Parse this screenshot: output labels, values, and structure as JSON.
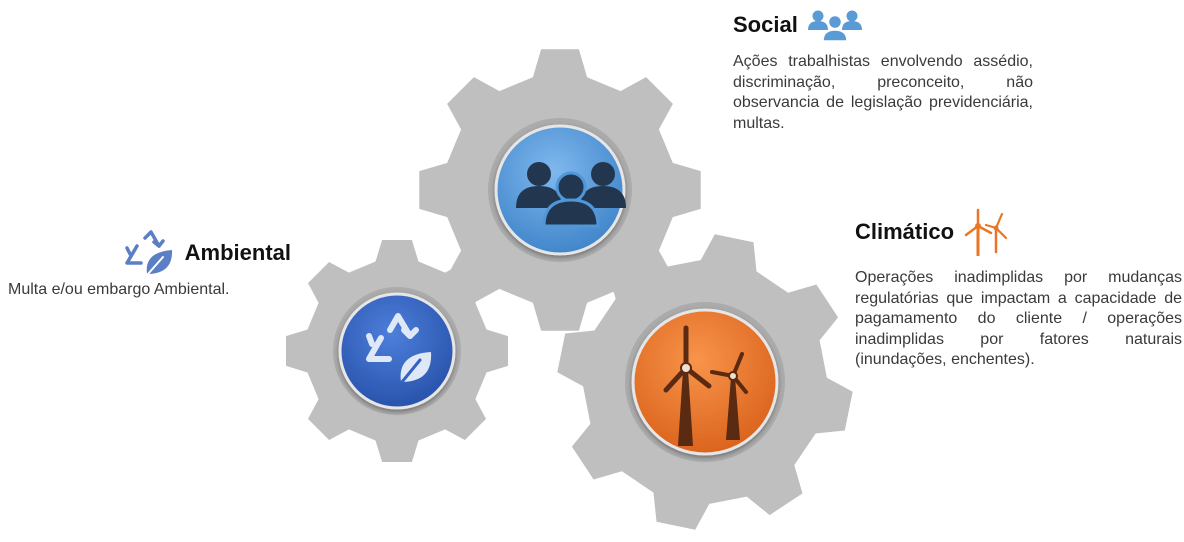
{
  "colors": {
    "gear": "#bfbfbf",
    "gear_inner": "#a6a6a6",
    "social": "#4f97d9",
    "ambiental": "#3162c4",
    "climatico": "#ec7524",
    "icon_dark": "#22374f",
    "icon_light_blue": "#5b9bd5",
    "icon_orange": "#ec7524",
    "icon_turbine_dark": "#5a2a12"
  },
  "social": {
    "title": "Social",
    "icon": "people-icon",
    "description": "Ações trabalhistas envolvendo assédio, discriminação, preconceito, não observancia de legislação previdenciária, multas."
  },
  "ambiental": {
    "title": "Ambiental",
    "icon": "recycle-leaf-icon",
    "description": "Multa e/ou embargo Ambiental."
  },
  "climatico": {
    "title": "Climático",
    "icon": "wind-turbine-icon",
    "description": "Operações inadimplidas por mudanças regulatórias que impactam a capacidade de pagamamento do cliente / operações inadimplidas por fatores naturais (inundações, enchentes)."
  }
}
